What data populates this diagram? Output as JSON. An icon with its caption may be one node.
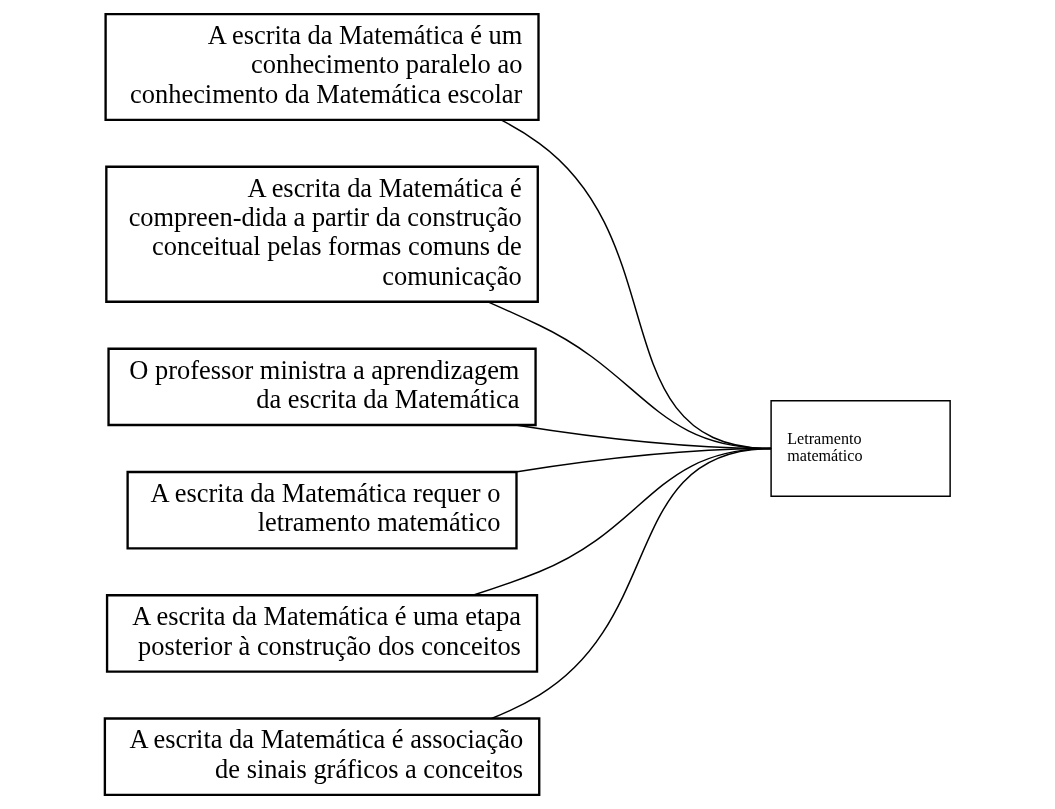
{
  "diagram": {
    "nodes": [
      {
        "text": [
          "A escrita da Matemática é um conhecimento paralelo ao conhecimento da Matemática escolar"
        ]
      },
      {
        "text": [
          "A escrita da Matemática é compreen-dida a partir da construção conceitual pelas formas comuns de comunicação"
        ]
      },
      {
        "text": [
          "O professor ministra a aprendizagem da escrita da Matemática"
        ]
      },
      {
        "text": [
          "A escrita da Matemática requer o letramento matemático"
        ]
      },
      {
        "text": [
          "A escrita da Matemática é uma etapa posterior à construção dos conceitos"
        ]
      },
      {
        "text": [
          "A escrita da Matemática é associação de sinais gráficos a conceitos"
        ]
      },
      {
        "text": [
          "Letramento matemático"
        ]
      }
    ],
    "edges": [
      {
        "from": 0,
        "to": 6,
        "arrow": "none"
      },
      {
        "from": 1,
        "to": 6,
        "arrow": "none"
      },
      {
        "from": 2,
        "to": 6,
        "arrow": "none"
      },
      {
        "from": 3,
        "to": 6,
        "arrow": "none"
      },
      {
        "from": 4,
        "to": 6,
        "arrow": "none"
      },
      {
        "from": 5,
        "to": 6,
        "arrow": "none"
      }
    ]
  }
}
